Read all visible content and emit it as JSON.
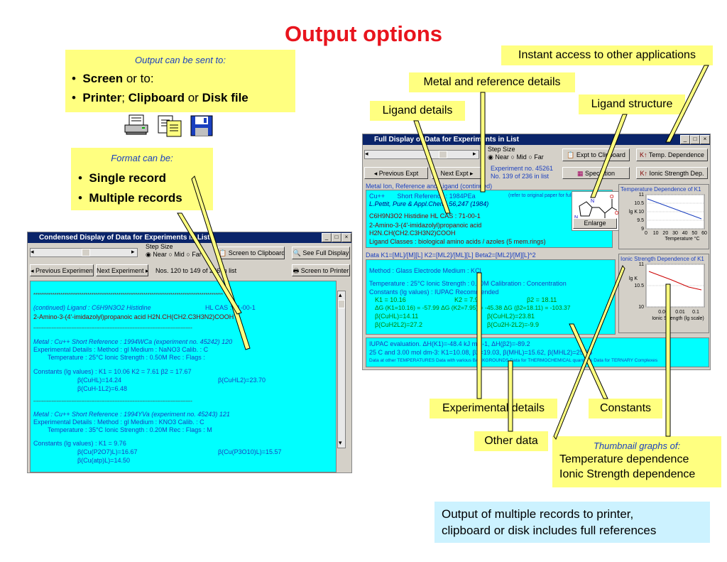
{
  "title": "Output options",
  "output_box": {
    "heading": "Output can be sent to:",
    "line1_bold": "Screen",
    "line1_rest": " or to:",
    "line2_a": "Printer",
    "line2_sep1": "; ",
    "line2_b": "Clipboard",
    "line2_sep2": " or ",
    "line2_c": "Disk file"
  },
  "format_box": {
    "heading": "Format can be:",
    "item1": "Single record",
    "item2": "Multiple records"
  },
  "callouts": {
    "instant": "Instant access to other applications",
    "metal_ref": "Metal and reference details",
    "ligand_details": "Ligand details",
    "ligand_structure": "Ligand structure",
    "experimental": "Experimental details",
    "constants": "Constants",
    "other_data": "Other data",
    "thumb_heading": "Thumbnail graphs of:",
    "thumb_1": "Temperature dependence",
    "thumb_2": "Ionic Strength dependence",
    "note_1": "Output of multiple records to printer,",
    "note_2": "clipboard or disk includes full references"
  },
  "full_window": {
    "title": "Full Display of Data for Experiments in List",
    "step_size": "Step Size",
    "near": "Near",
    "mid": "Mid",
    "far": "Far",
    "btn_clipboard": "Expt to Clipboard",
    "btn_temp": "Temp. Dependence",
    "btn_prev": "Previous Expt",
    "btn_next": "Next Expt",
    "expt_no": "Experiment no. 45261",
    "list_pos": "No. 139 of 236 in list",
    "btn_speciation": "Speciation",
    "btn_ionic": "Ionic Strength Dep.",
    "section_metal": "Metal Ion, Reference and Ligand (continued)",
    "metal": "Cu++",
    "short_ref": "Short Reference : 1984PEa",
    "refer": "(refer to original paper for full data)",
    "authors": "L.Pettit,  Pure & Appl.Chem.,56,247 (1984)",
    "formula_ligand": "C6H9N3O2   Histidine        HL     CAS : 71-00-1",
    "ligand_name": "2-Amino-3-(4'-imidazolyl)propanoic acid",
    "ligand_struct": "H2N.CH(CH2.C3H3N2)COOH",
    "ligand_classes": "Ligand Classes : biological amino acids / azoles (5 mem.rings)",
    "btn_enlarge": "Enlarge",
    "section_data": "Data    K1=[ML]/[M][L]    K2=[ML2]/[ML][L]    Beta2=[ML2]/[M][L]^2",
    "method": "Method : Glass Electrode  Medium :     KCl",
    "temperature": "Temperature : 25°C  Ionic Strength : 0.10M  Calibration : Concentration",
    "constants_hdr": "Constants (lg values) :    IUPAC Recommended",
    "k1": "K1 = 10.16",
    "k2": "K2 = 7.95",
    "b2": "β2 = 18.11",
    "dg_line": "ΔG (K1=10.16) = -57.99    ΔG (K2=7.95) = -45.38    ΔG (β2=18.11) = -103.37",
    "cuhl": "β(CuHL)=14.11",
    "cuhl2": "β(CuHL2)=23.81",
    "cuh2l2": "β(CuH2L2)=27.2",
    "cu2h": "β(Cu2H-2L2)=-9.9",
    "iupac_eval": "IUPAC evaluation.   ΔH(K1)=-48.4 kJ mol-1,   ΔH(β2)=-89.2",
    "iupac_line2": "25 C and 3.00 mol dm-3: K1=10.08, β2=19.03, β(MHL)=15.62, β(MHL2)=25.88",
    "other_links": "Data at other TEMPERATURES  Data with various BACKGROUNDS  Data for THERMOCHEMICAL quantities  Data for TERNARY Complexes",
    "graph_temp_title": "Temperature Dependence of K1",
    "graph_temp_ylabel": "lg K",
    "graph_temp_xlabel": "Temperature °C",
    "graph_temp_yticks": [
      "11",
      "10.5",
      "10",
      "9.5",
      "9"
    ],
    "graph_temp_xticks": [
      "0",
      "10",
      "20",
      "30",
      "40",
      "50",
      "60"
    ],
    "graph_ionic_title": "Ionic Strength Dependence of K1",
    "graph_ionic_ylabel": "lg K",
    "graph_ionic_xlabel": "Ionic Strength (lg scale)",
    "graph_ionic_yticks": [
      "11",
      "10.5",
      "10"
    ],
    "graph_ionic_xticks": [
      "0.001",
      "0.01",
      "0.1"
    ]
  },
  "condensed_window": {
    "title": "Condensed Display of Data for Experiments in List",
    "step_size": "Step Size",
    "near": "Near",
    "mid": "Mid",
    "far": "Far",
    "btn_clipboard": "Screen to Clipboard",
    "btn_seefull": "See Full Display",
    "btn_prev": "Previous Experiment",
    "btn_next": "Next Experiment",
    "nos": "Nos. 120 to 149 of 236 in list",
    "btn_print": "Screen to Printer",
    "stars": "**************************************************************************************************",
    "cont_ligand": "(continued) Ligand :    C6H9N3O2   Histidine",
    "cont_hl": "HL     CAS : 71-00-1",
    "amino": "2-Amino-3-(4'-imidazolyl)propanoic acid    H2N.CH(CH2.C3H3N2)COOH",
    "dash": "------------------------------------------------------------------------------------------------",
    "r1_metal": "Metal : Cu++   Short Reference : 1994WCa       (experiment no. 45242)   120",
    "r1_exp": "Experimental Details :   Method : gl  Medium :    NaNO3   Calib. : C",
    "r1_temp": "Temperature : 25°C  Ionic Strength : 0.50M      Rec :   Flags :",
    "r1_const": "Constants (lg values) :     K1 = 10.06      K2 = 7.61      β2 = 17.67",
    "r1_c1": "β(CuHL)=14.24",
    "r1_c2": "β(CuHL2)=23.70",
    "r1_c3": "β(CuH-1L2)=6.48",
    "r2_metal": "Metal : Cu++   Short Reference : 1994YVa       (experiment no. 45243)   121",
    "r2_exp": "Experimental Details :   Method : gl  Medium :    KNO3   Calib. : C",
    "r2_temp": "Temperature : 35°C  Ionic Strength : 0.20M      Rec :   Flags : M",
    "r2_const": "Constants (lg values) :     K1 = 9.76",
    "r2_c1": "β(Cu(P2O7)L)=16.67",
    "r2_c2": "β(Cu(P3O10)L)=15.57",
    "r2_c3": "β(Cu(atp)L)=14.50"
  },
  "icons": [
    "printer-icon",
    "clipboard-icon",
    "disk-icon"
  ],
  "colors": {
    "title": "#e8141d",
    "callout": "#ffff80",
    "cyan": "#00ffff",
    "note": "#ccf2ff"
  }
}
